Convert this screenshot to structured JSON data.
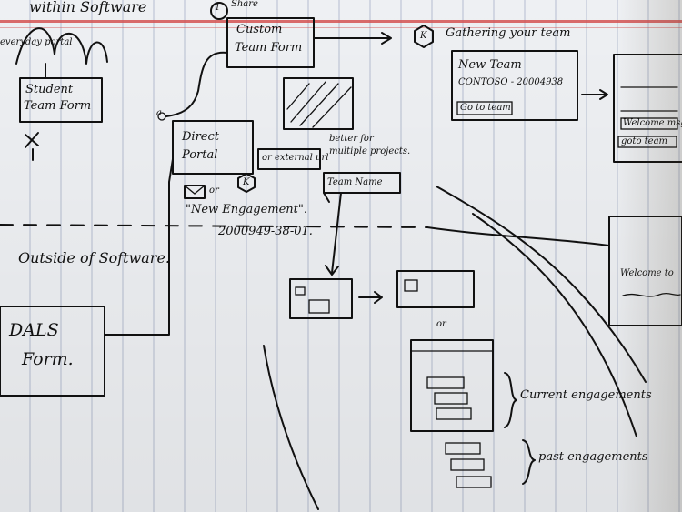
{
  "sketch": {
    "within_software": "within Software",
    "step_1": "1",
    "share": "Share",
    "custom_form_line1": "Custom",
    "custom_form_line2": "Team Form",
    "gathering_team": "Gathering your team",
    "icon_k": "K",
    "everyday_portal": "everyday portal",
    "student_form_line1": "Student",
    "student_form_line2": "Team Form",
    "direct_portal_line1": "Direct",
    "direct_portal_line2": "Portal",
    "label_x": "X",
    "label_a": "a",
    "or1": "or",
    "or_external_url": "or external url",
    "better_for": "better for",
    "multiple_projects": "multiple projects.",
    "new_engagement": "\"New Engagement\".",
    "engagement_id": "2000949-38-01.",
    "team_name": "Team Name",
    "new_team": "New Team",
    "contoso": "CONTOSO - 20004938",
    "go_to_team": "Go to team",
    "welcome_msg": "Welcome msg",
    "goto_team": "goto team",
    "outside_software": "Outside of Software.",
    "dals_line1": "DALS",
    "dals_line2": "Form.",
    "or2": "or",
    "current_engagements": "Current engagements",
    "past_engagements": "past engagements",
    "welcome_to": "Welcome to"
  }
}
